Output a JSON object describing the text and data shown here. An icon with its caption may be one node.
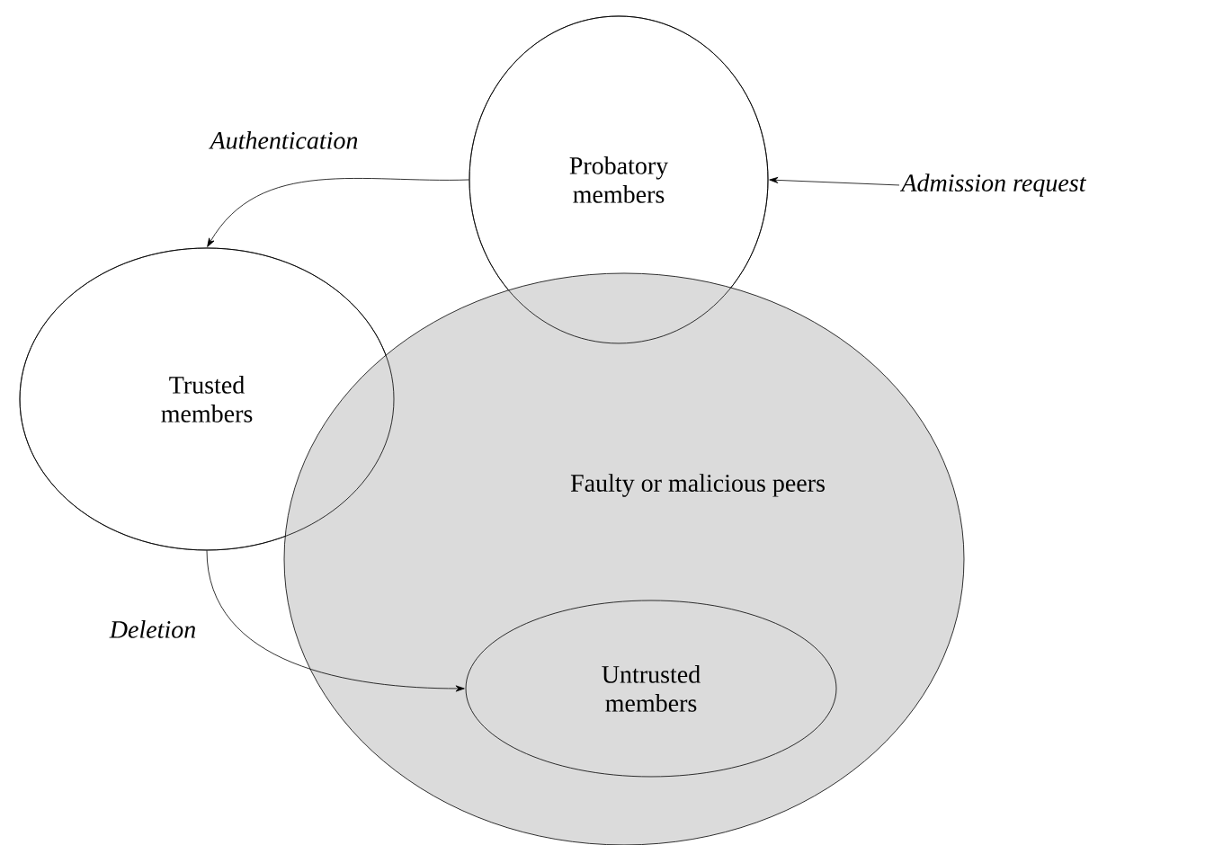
{
  "diagram": {
    "nodes": [
      {
        "text": [
          "Probatory members"
        ]
      },
      {
        "text": [
          "Trusted members"
        ]
      },
      {
        "text": [
          "Faulty or malicious peers"
        ]
      },
      {
        "text": [
          "Untrusted members"
        ],
        "in": 2
      },
      {
        "text": [
          "Admission request"
        ]
      }
    ],
    "edges": [
      {
        "from": 0,
        "to": 1,
        "arrow": "to",
        "label": "Authentication"
      },
      {
        "from": 4,
        "to": 0,
        "arrow": "to"
      },
      {
        "from": 1,
        "to": 3,
        "arrow": "to",
        "label": "Deletion"
      }
    ]
  }
}
